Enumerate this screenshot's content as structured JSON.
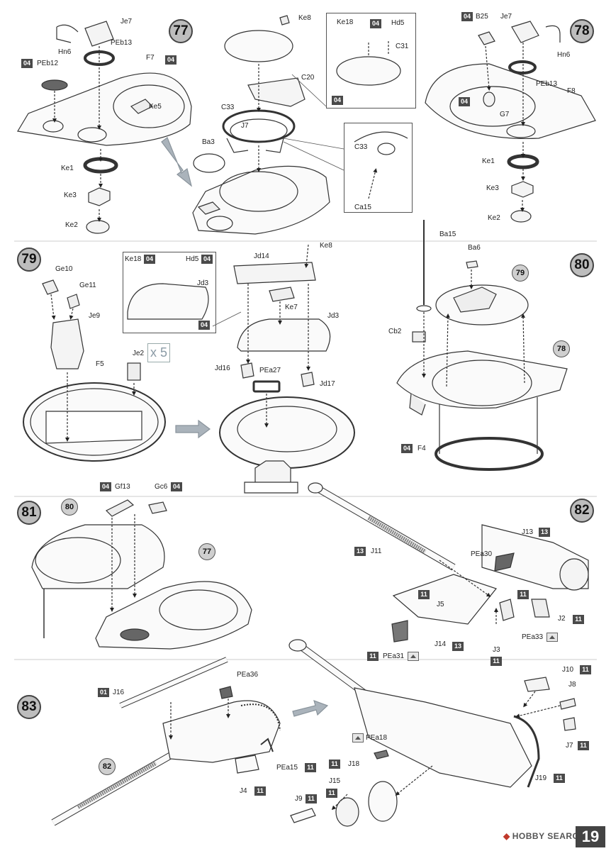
{
  "page_number": "19",
  "watermark": "HOBBY SEARCH",
  "multiplier": "x 5",
  "steps": [
    {
      "number": "77",
      "refs": [
        "Je7",
        "PEb13",
        "Hn6",
        "PEb12",
        "F7",
        "Ke5",
        "Ke1",
        "Ke3",
        "Ke2",
        "Ke8",
        "Ke18",
        "Hd5",
        "C31",
        "C20",
        "C33",
        "J7",
        "Ba3",
        "C33",
        "Ca15"
      ]
    },
    {
      "number": "78",
      "refs": [
        "B25",
        "Je7",
        "Hn6",
        "PEb13",
        "F8",
        "G7",
        "Ke1",
        "Ke3",
        "Ke2"
      ]
    },
    {
      "number": "79",
      "refs": [
        "Ge10",
        "Ge11",
        "Je9",
        "Je2",
        "F5",
        "Ke18",
        "Hd5",
        "Jd3",
        "Ke8",
        "Jd14",
        "Ke7",
        "Jd3",
        "Jd16",
        "PEa27",
        "Jd17"
      ]
    },
    {
      "number": "80",
      "refs": [
        "Ba15",
        "Ba6",
        "Cb2",
        "F4"
      ]
    },
    {
      "number": "81",
      "refs": [
        "Gf13",
        "Gc6"
      ]
    },
    {
      "number": "82",
      "refs": [
        "J11",
        "J13",
        "PEa30",
        "J5",
        "J14",
        "J3",
        "J2",
        "PEa33",
        "PEa31"
      ]
    },
    {
      "number": "83",
      "refs": [
        "J16",
        "PEa36",
        "PEa15",
        "J4",
        "PEa18",
        "J18",
        "J15",
        "J9",
        "J10",
        "J8",
        "J7",
        "J19"
      ]
    }
  ],
  "sprue": {
    "s04": "04",
    "s11": "11",
    "s13": "13",
    "s01": "01"
  },
  "labels": {
    "Je7": "Je7",
    "PEb13": "PEb13",
    "Hn6": "Hn6",
    "PEb12": "PEb12",
    "F7": "F7",
    "Ke5": "Ke5",
    "Ke1": "Ke1",
    "Ke3": "Ke3",
    "Ke2": "Ke2",
    "Ke8": "Ke8",
    "Ke18": "Ke18",
    "Hd5": "Hd5",
    "C31": "C31",
    "C20": "C20",
    "C33": "C33",
    "J7": "J7",
    "Ba3": "Ba3",
    "Ca15": "Ca15",
    "B25": "B25",
    "F8": "F8",
    "G7": "G7",
    "Ge10": "Ge10",
    "Ge11": "Ge11",
    "Je9": "Je9",
    "Je2": "Je2",
    "F5": "F5",
    "Jd3": "Jd3",
    "Jd14": "Jd14",
    "Ke7": "Ke7",
    "Jd16": "Jd16",
    "PEa27": "PEa27",
    "Jd17": "Jd17",
    "Ba15": "Ba15",
    "Ba6": "Ba6",
    "Cb2": "Cb2",
    "F4": "F4",
    "Gf13": "Gf13",
    "Gc6": "Gc6",
    "J11": "J11",
    "J13": "J13",
    "PEa30": "PEa30",
    "J5": "J5",
    "J14": "J14",
    "J3": "J3",
    "J2": "J2",
    "PEa33": "PEa33",
    "PEa31": "PEa31",
    "J16": "J16",
    "PEa36": "PEa36",
    "PEa15": "PEa15",
    "J4": "J4",
    "PEa18": "PEa18",
    "J18": "J18",
    "J15": "J15",
    "J9": "J9",
    "J10": "J10",
    "J8": "J8",
    "J19": "J19"
  },
  "colors": {
    "sprue_tag": "#4a4a4a",
    "step_circle": "#bdbdbd",
    "line_art": "#333333",
    "arrow": "#9aa4ad"
  }
}
